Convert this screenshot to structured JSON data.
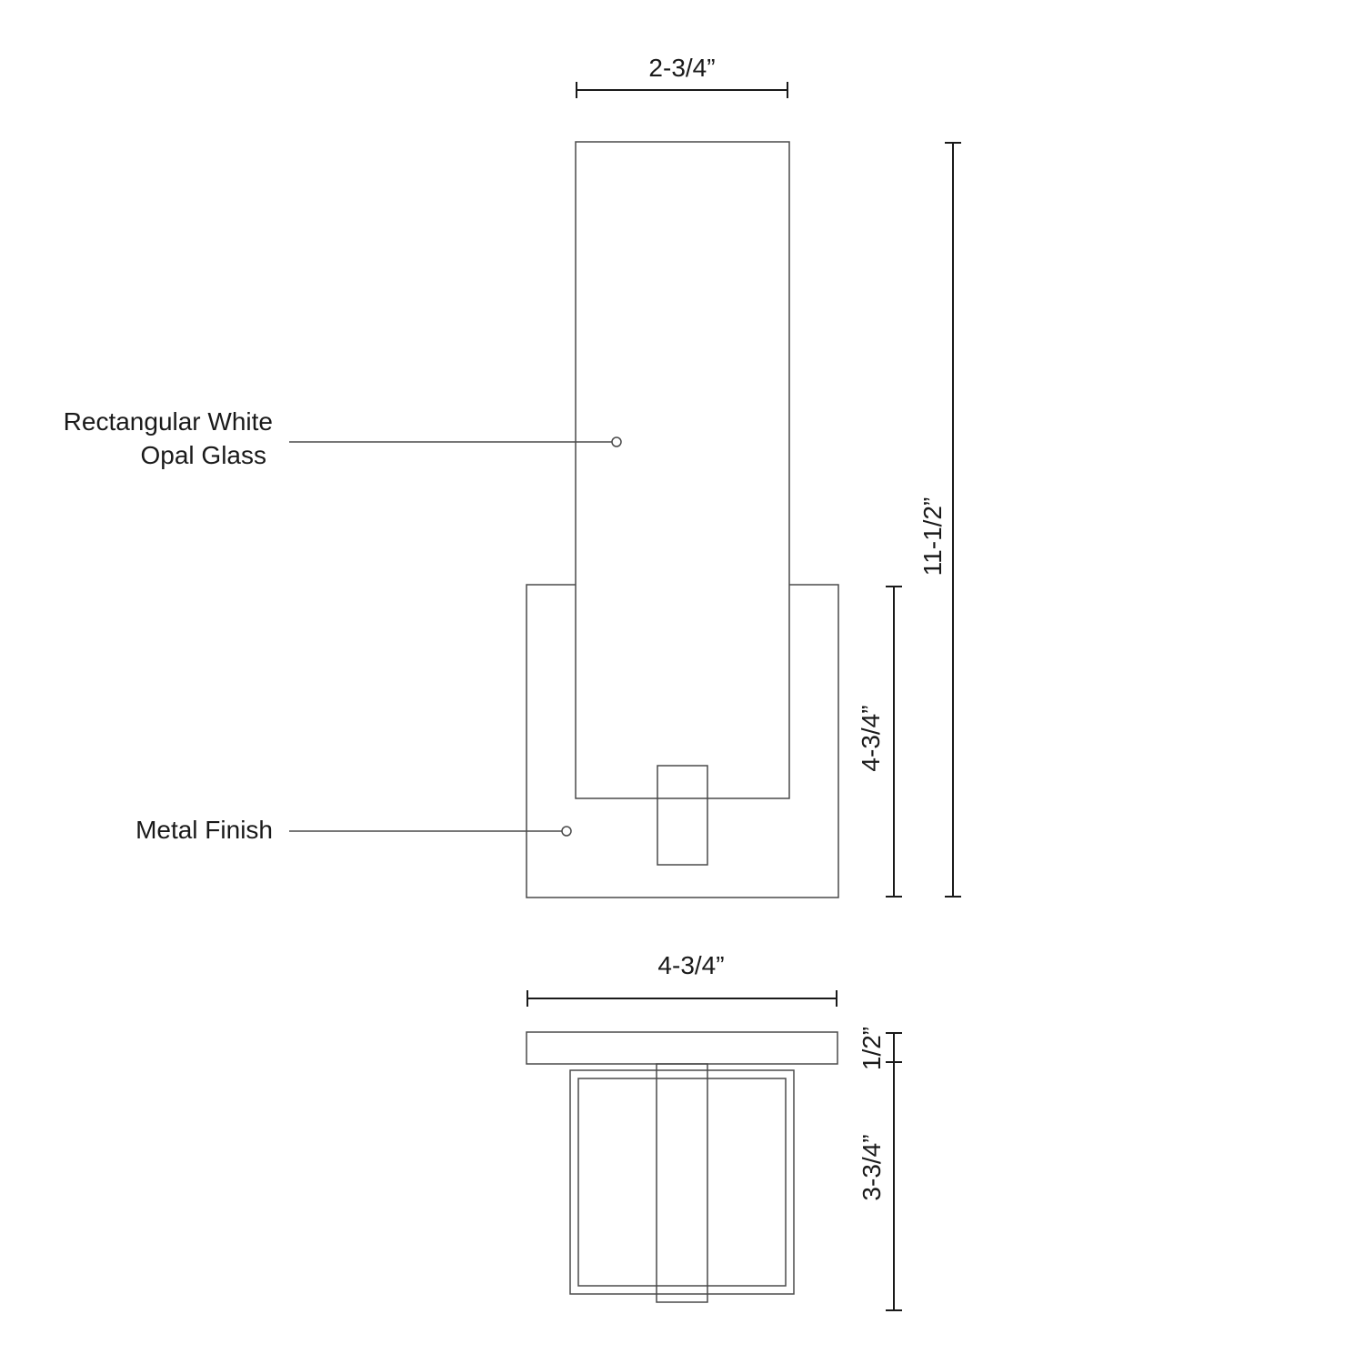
{
  "drawing": {
    "front_view": {
      "dimensions": {
        "glass_width": "2-3/4”",
        "overall_height": "11-1/2”",
        "backplate_height": "4-3/4”"
      },
      "callouts": [
        {
          "line1": "Rectangular White",
          "line2": "Opal Glass"
        },
        {
          "line1": "Metal Finish"
        }
      ]
    },
    "side_view": {
      "dimensions": {
        "backplate_width": "4-3/4”",
        "backplate_depth": "1/2”",
        "extension": "3-3/4”"
      }
    }
  },
  "colors": {
    "line": "#4a4a4a",
    "text": "#1a1a1a",
    "background": "#ffffff"
  }
}
